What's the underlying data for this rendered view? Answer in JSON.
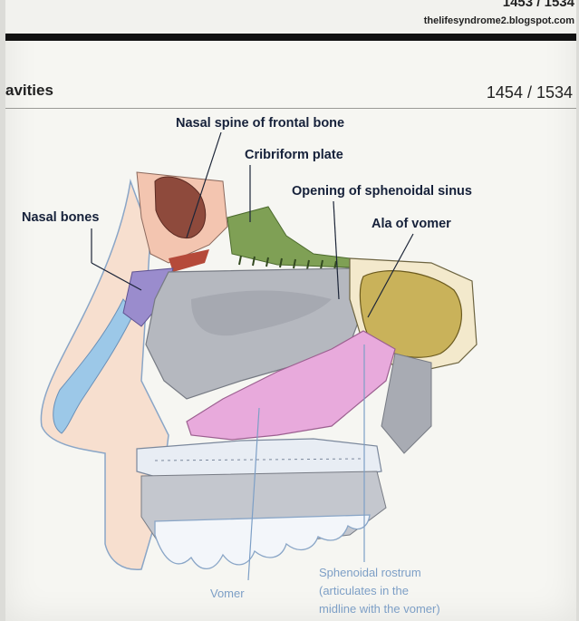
{
  "header": {
    "page_number_top": "1453 / 1534",
    "site_url": "thelifesyndrome2.blogspot.com",
    "section_title": "avities",
    "page_number": "1454 / 1534"
  },
  "labels": {
    "nasal_spine": "Nasal spine of frontal bone",
    "cribriform": "Cribriform plate",
    "sphenoidal_opening": "Opening of sphenoidal sinus",
    "ala_of_vomer": "Ala of vomer",
    "nasal_bones": "Nasal bones",
    "vomer": "Vomer",
    "sphenoidal_rostrum_1": "Sphenoidal rostrum",
    "sphenoidal_rostrum_2": "(articulates in the",
    "sphenoidal_rostrum_3": "midline with the vomer)"
  },
  "colors": {
    "label_dark": "#16213a",
    "label_light": "#7d9fc6",
    "vomer_pink": "#e8aadc",
    "sinus_olive": "#c9b25a",
    "cribriform_green": "#7fa055",
    "nasal_bone_purple": "#9a8ccd",
    "cartilage_blue": "#9cc8e8",
    "frontal_sinus_brown": "#8e4a3c"
  }
}
